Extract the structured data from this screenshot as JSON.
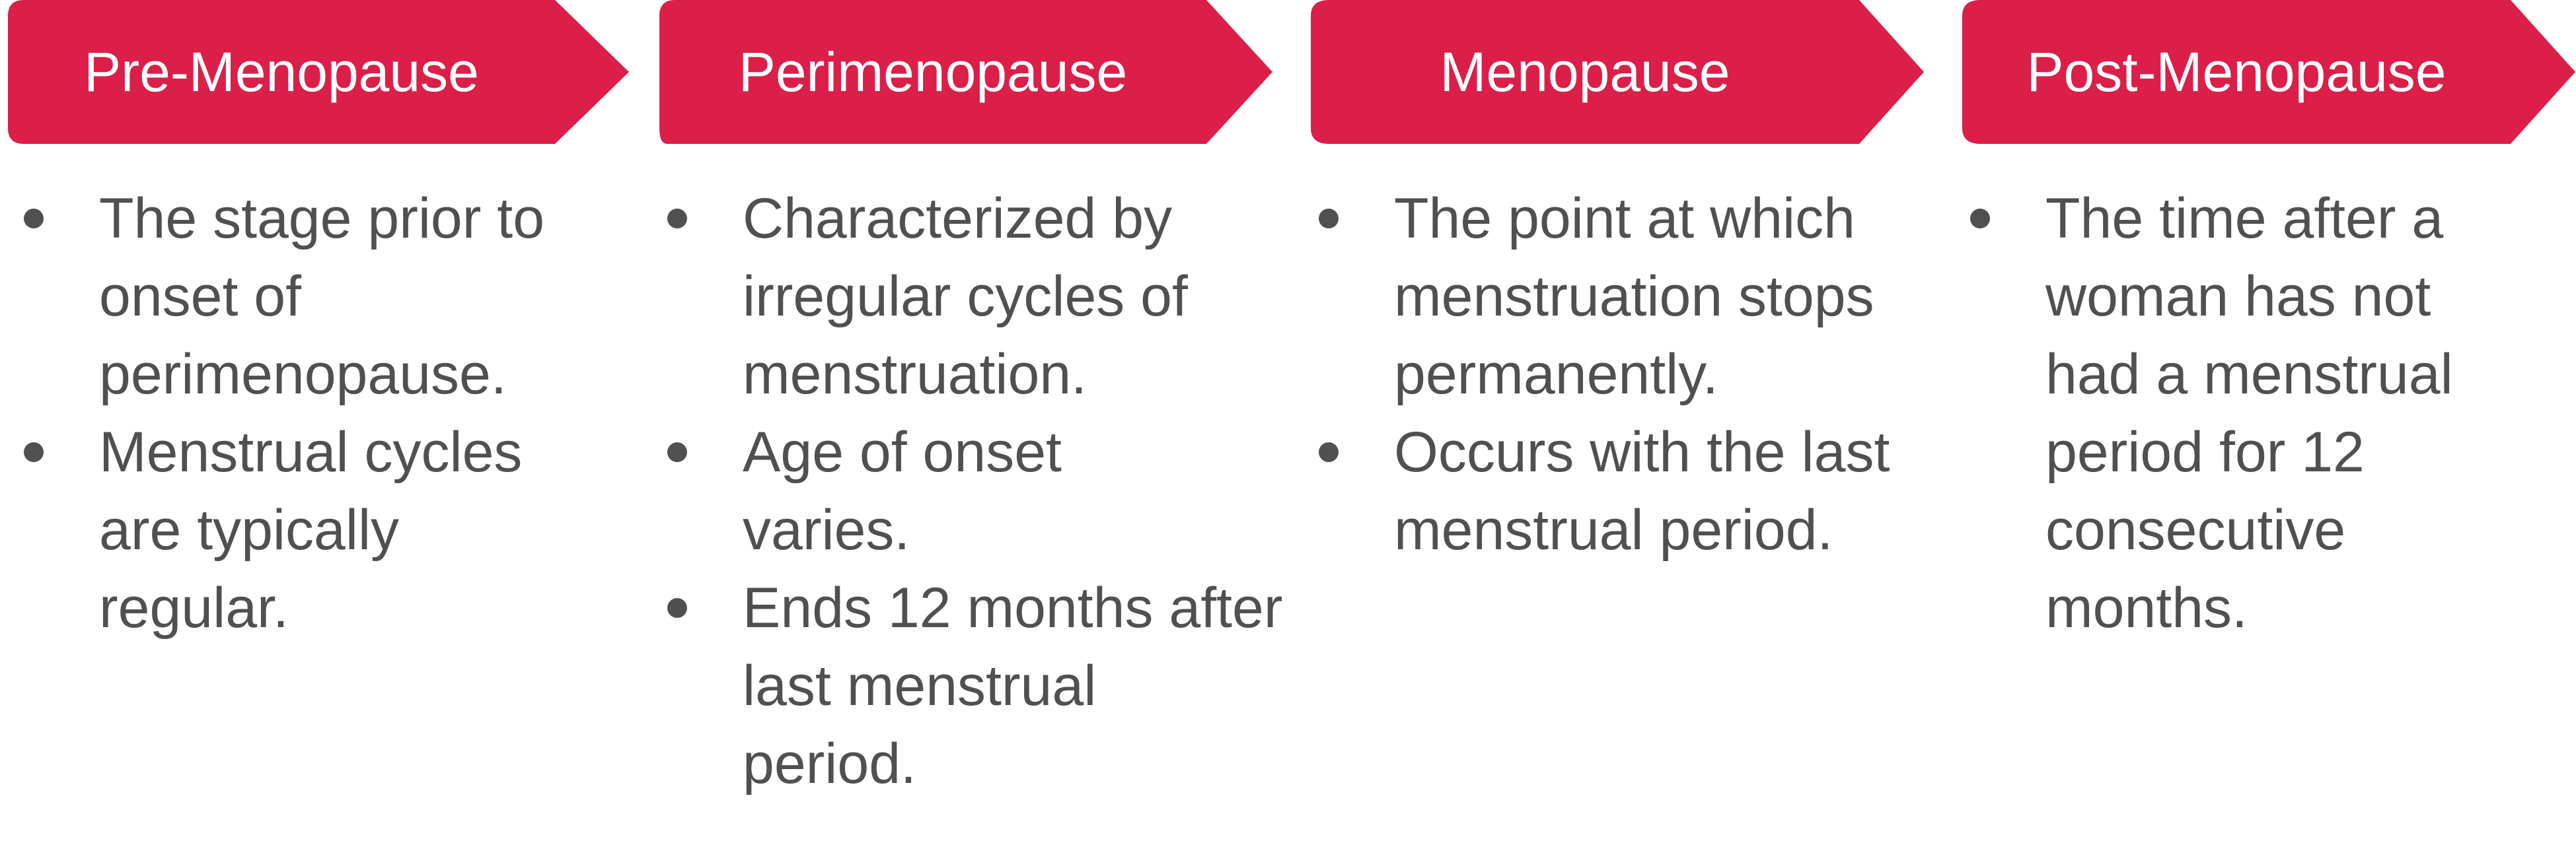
{
  "accent_color": "#db1f48",
  "text_color": "#505050",
  "stages": [
    {
      "title": "Pre-Menopause",
      "points": [
        "The stage prior to onset of perimenopause.",
        "Menstrual cycles are typically regular."
      ]
    },
    {
      "title": "Perimenopause",
      "points": [
        "Characterized by irregular cycles of menstruation.",
        "Age of onset varies.",
        "Ends 12 months after last menstrual period."
      ]
    },
    {
      "title": "Menopause",
      "points": [
        "The point at which menstruation stops permanently.",
        "Occurs with the last menstrual period."
      ]
    },
    {
      "title": "Post-Menopause",
      "points": [
        "The time after a woman has not had a menstrual period for 12 consecutive months."
      ]
    }
  ]
}
